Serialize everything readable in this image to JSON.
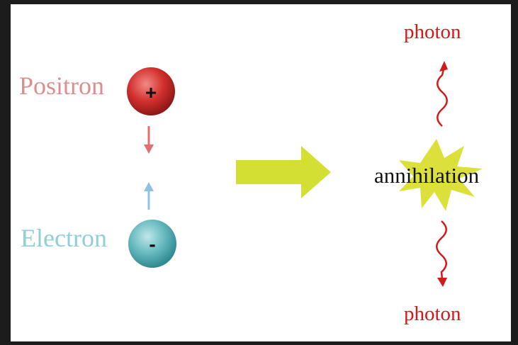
{
  "diagram": {
    "positron": {
      "label": "Positron",
      "charge": "+"
    },
    "electron": {
      "label": "Electron",
      "charge": "-"
    },
    "result": {
      "label": "annihilation"
    },
    "photon_top": {
      "label": "photon"
    },
    "photon_bottom": {
      "label": "photon"
    }
  },
  "colors": {
    "positron": "#d2302e",
    "positron_label": "#d98f8f",
    "electron": "#5fb3b8",
    "electron_label": "#8fcfd6",
    "arrow_down": "#e07070",
    "arrow_up": "#8fc0e6",
    "process_arrow": "#d4df34",
    "starburst": "#dbe13a",
    "photon": "#d11a1a",
    "text": "#111111"
  }
}
